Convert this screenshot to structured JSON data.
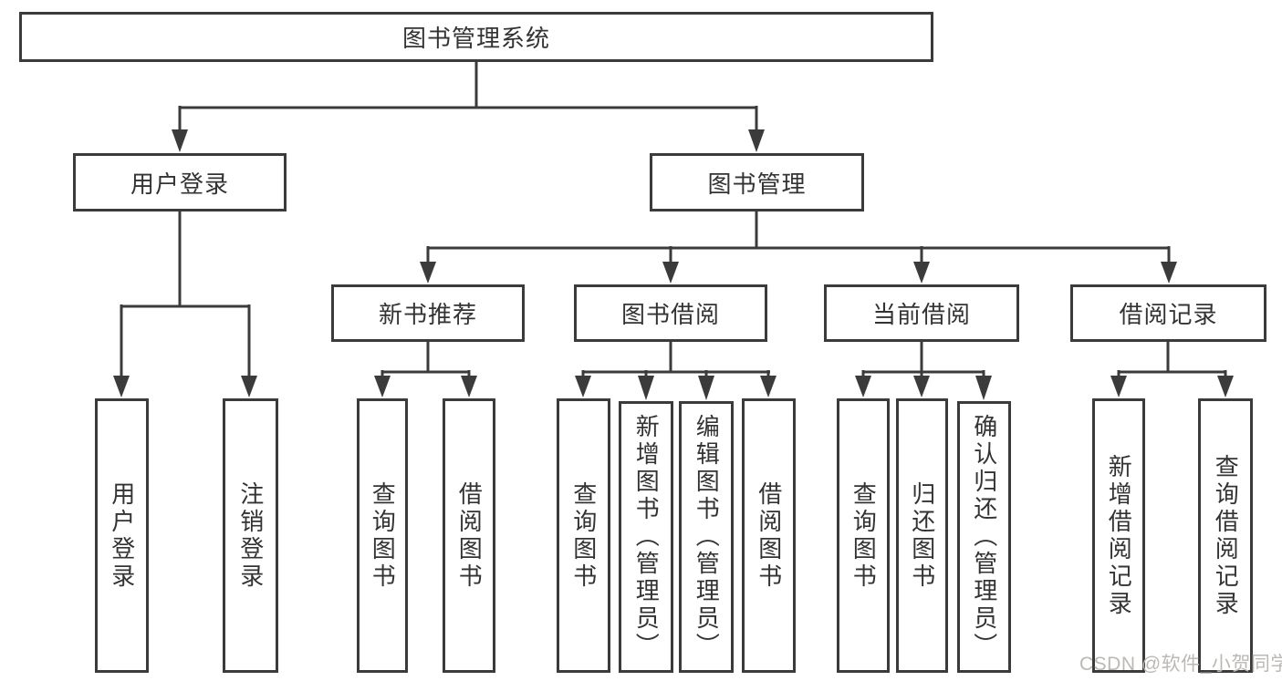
{
  "diagram": {
    "root": "图书管理系统",
    "branches": [
      {
        "label": "用户登录",
        "leaves": [
          "用户登录",
          "注销登录"
        ]
      },
      {
        "label": "图书管理",
        "groups": [
          {
            "label": "新书推荐",
            "leaves": [
              "查询图书",
              "借阅图书"
            ]
          },
          {
            "label": "图书借阅",
            "leaves": [
              "查询图书",
              "新增图书（管理员）",
              "编辑图书（管理员）",
              "借阅图书"
            ]
          },
          {
            "label": "当前借阅",
            "leaves": [
              "查询图书",
              "归还图书",
              "确认归还（管理员）"
            ]
          },
          {
            "label": "借阅记录",
            "leaves": [
              "新增借阅记录",
              "查询借阅记录"
            ]
          }
        ]
      }
    ]
  },
  "watermark": {
    "text": "CSDN @软件_小贺同学"
  },
  "colors": {
    "line": "#3b3b3b",
    "text": "#333333",
    "watermark": "#bcb9b5",
    "background": "#ffffff"
  }
}
